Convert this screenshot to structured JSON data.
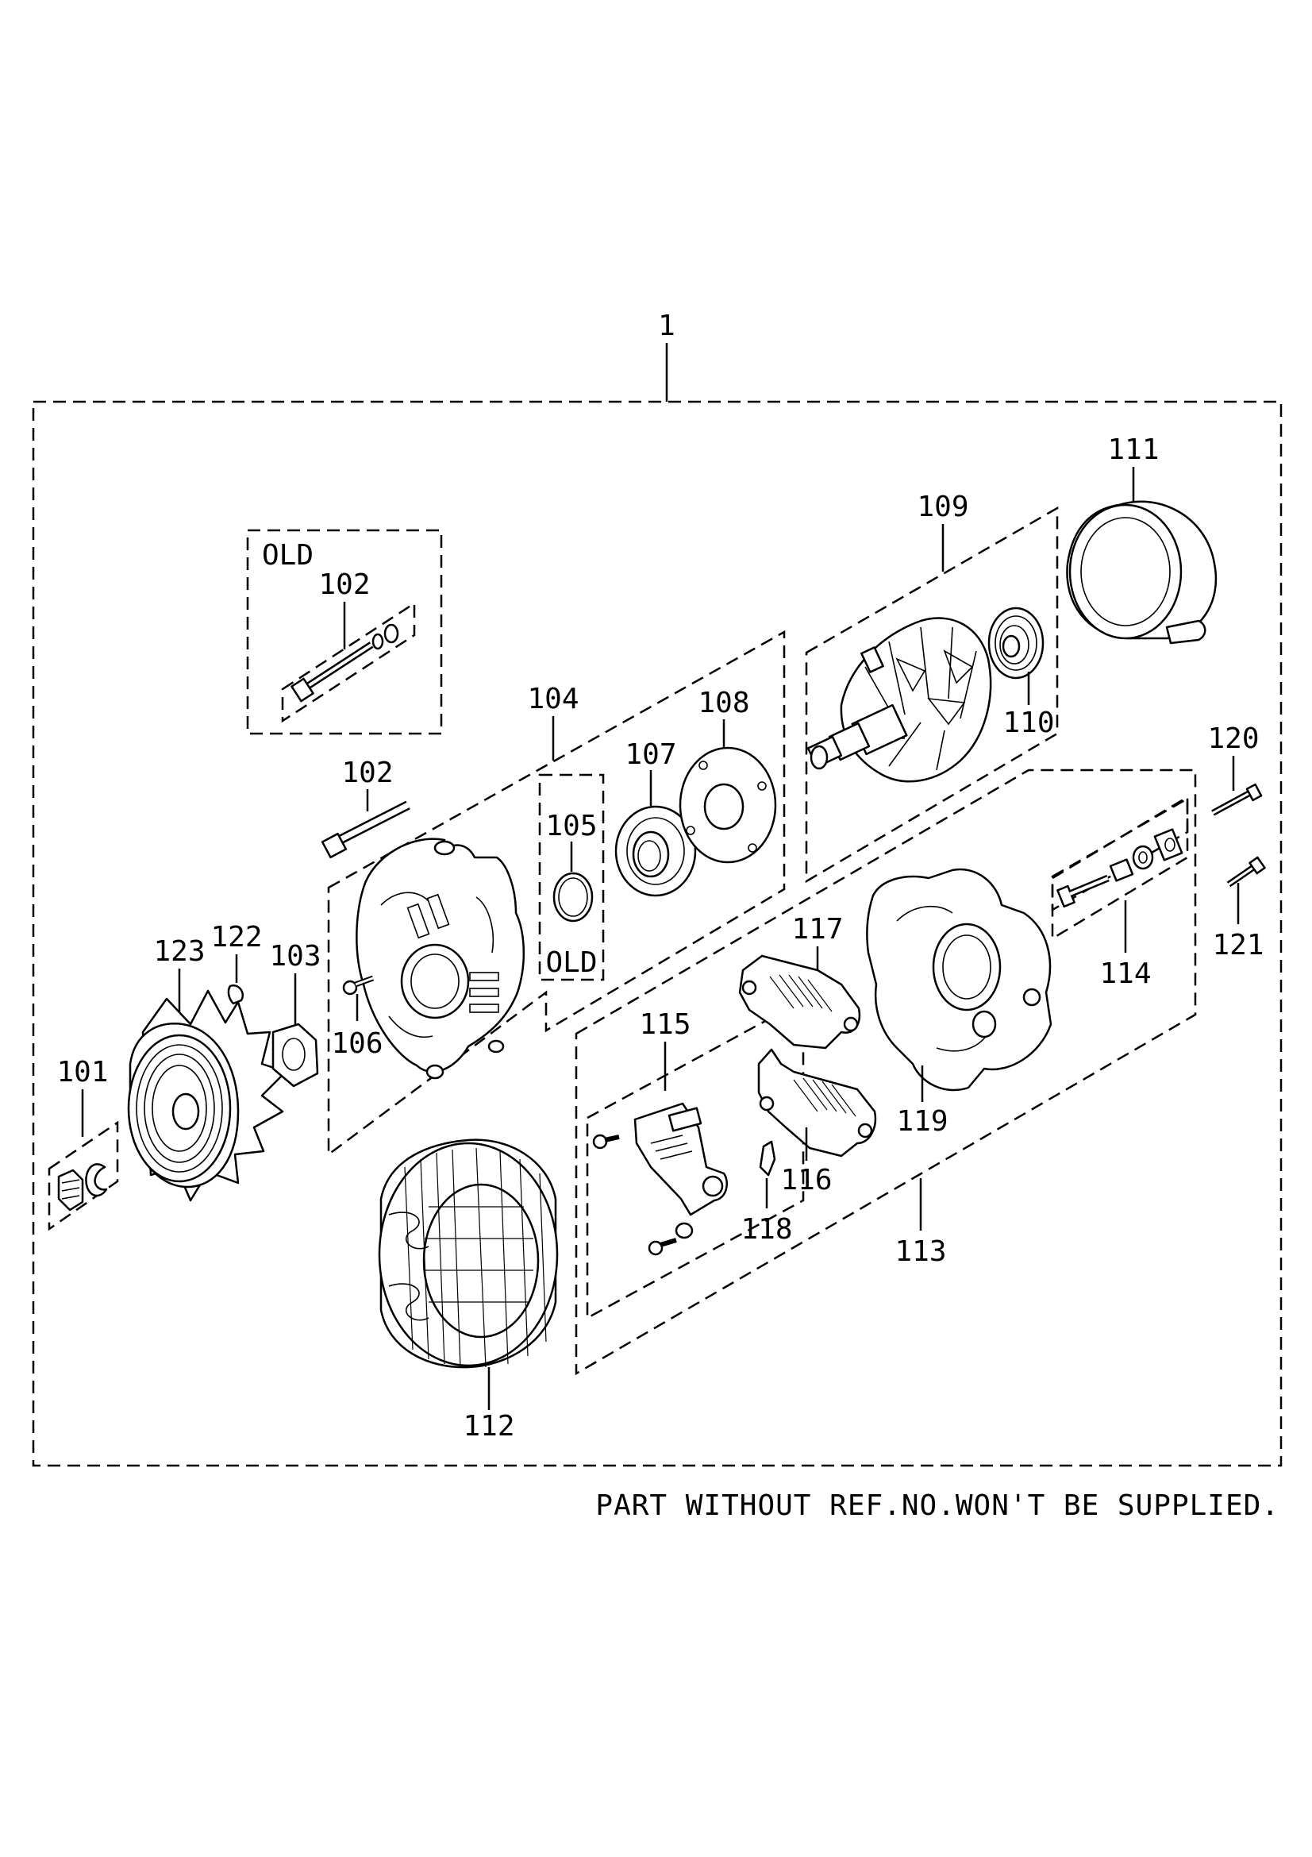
{
  "labels": {
    "l1": "1",
    "l101": "101",
    "l102_old": "102",
    "l102": "102",
    "l103": "103",
    "l104": "104",
    "l105": "105",
    "l106": "106",
    "l107": "107",
    "l108": "108",
    "l109": "109",
    "l110": "110",
    "l111": "111",
    "l112": "112",
    "l113": "113",
    "l114": "114",
    "l115": "115",
    "l116": "116",
    "l117": "117",
    "l118": "118",
    "l119": "119",
    "l120": "120",
    "l121": "121",
    "l122": "122",
    "l123": "123",
    "old_top": "OLD",
    "old_bearing": "OLD"
  },
  "footnote": "PART WITHOUT REF.NO.WON'T BE SUPPLIED."
}
